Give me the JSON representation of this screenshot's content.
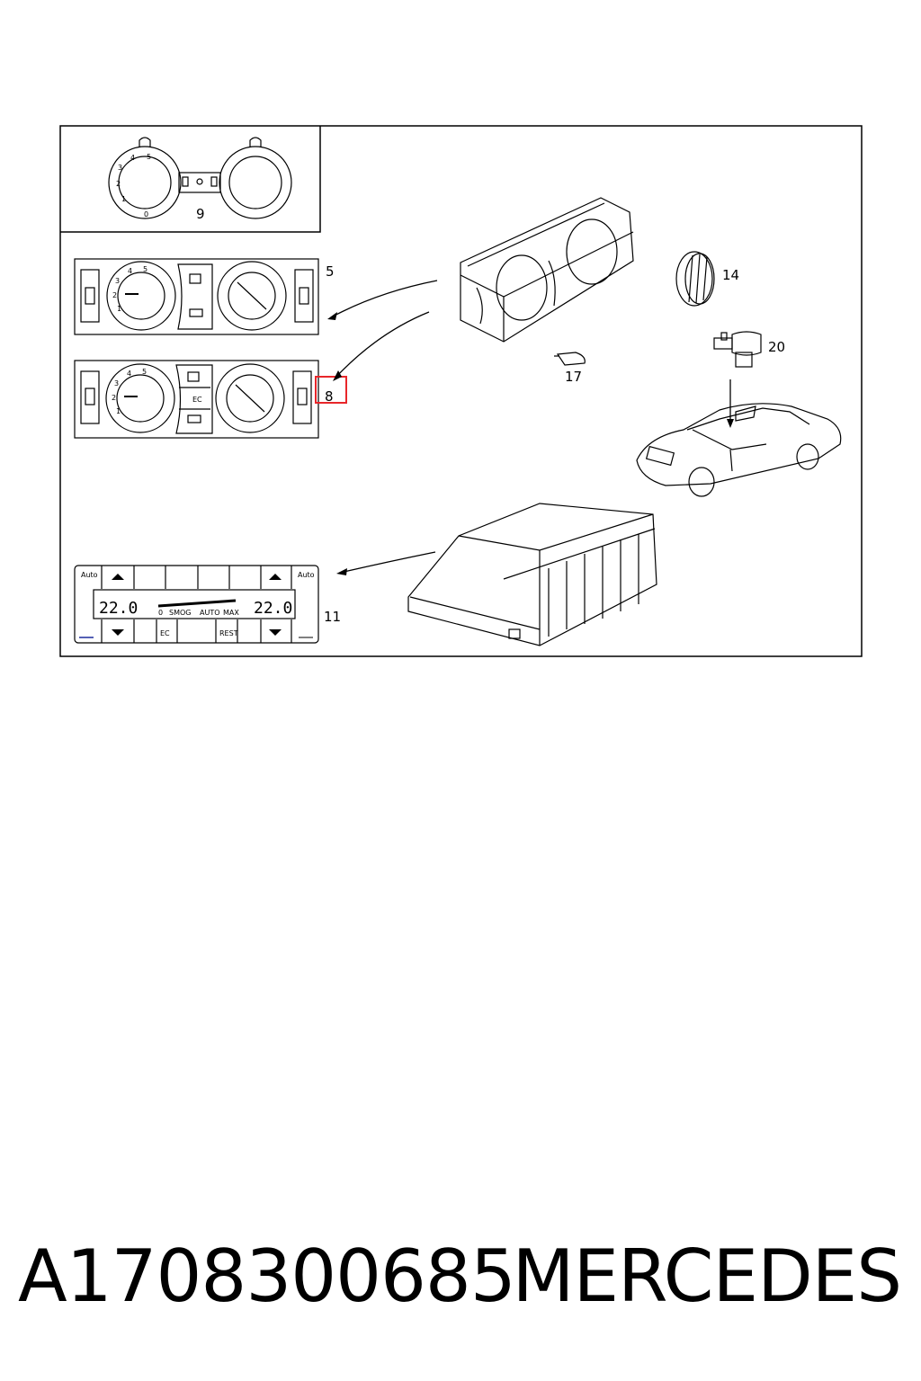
{
  "callouts": {
    "c9": "9",
    "c5": "5",
    "c8": "8",
    "c14": "14",
    "c20": "20",
    "c17": "17",
    "c11": "11"
  },
  "panel_text": {
    "auto": "Auto",
    "ec": "EC",
    "temp_left": "22.0",
    "temp_right": "22.0",
    "zero": "0",
    "smog": "SMOG",
    "auto_small": "AUTO",
    "max": "MAX",
    "rest": "REST",
    "dial_numbers": [
      "0",
      "1",
      "2",
      "3",
      "4",
      "5"
    ]
  },
  "highlight_color": "#e8262a",
  "footer": {
    "part_number": "A1708300685",
    "brand": "MERCEDES"
  }
}
